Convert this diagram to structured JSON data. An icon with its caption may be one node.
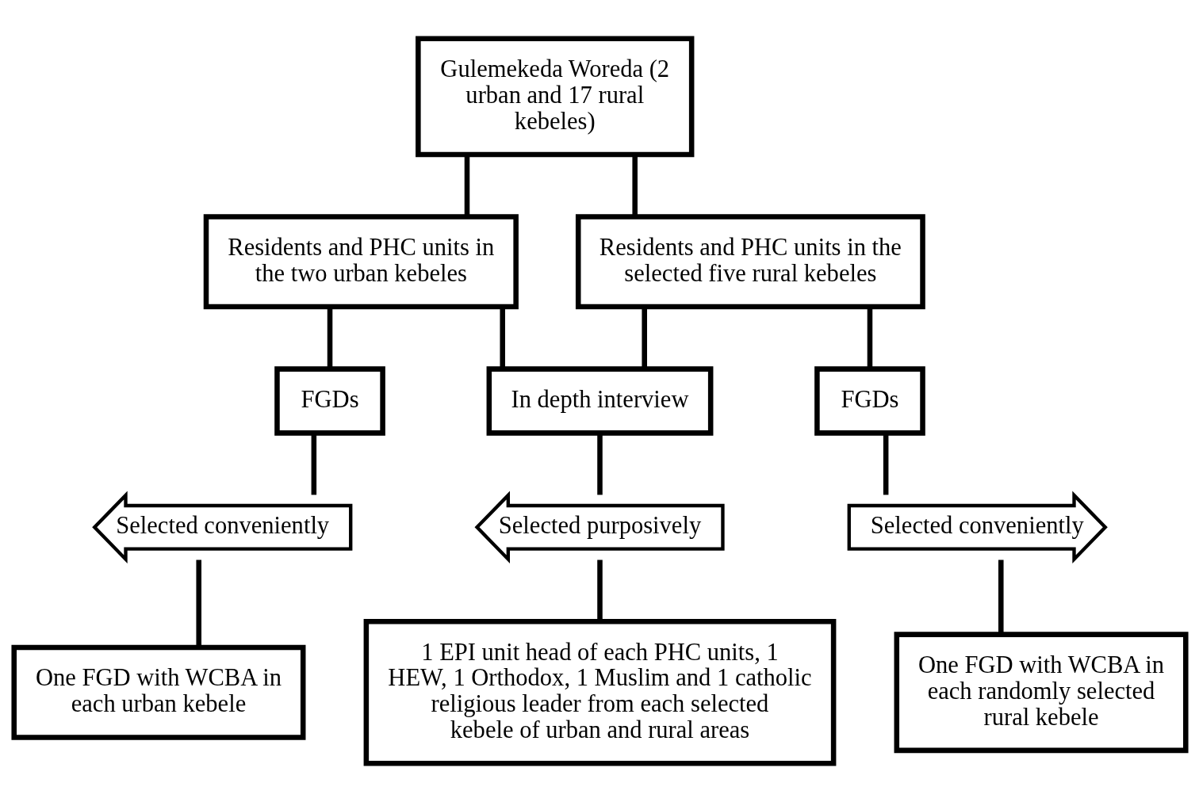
{
  "diagram": {
    "nodes": [
      {
        "text": [
          "Gulemekeda Woreda (2 urban and 17 rural kebeles)"
        ]
      },
      {
        "text": [
          "Residents and PHC units in the two urban kebeles"
        ]
      },
      {
        "text": [
          "Residents and PHC units in the selected five rural kebeles"
        ]
      },
      {
        "text": [
          "FGDs"
        ]
      },
      {
        "text": [
          "In depth interview"
        ]
      },
      {
        "text": [
          "FGDs"
        ]
      },
      {
        "text": [
          "Selected conveniently"
        ]
      },
      {
        "text": [
          "Selected purposively"
        ]
      },
      {
        "text": [
          "Selected conveniently"
        ]
      },
      {
        "text": [
          "One FGD with WCBA in each urban kebele"
        ]
      },
      {
        "text": [
          "1 EPI unit head of each PHC units, 1 HEW, 1 Orthodox, 1 Muslim and 1 catholic religious leader from each selected kebele of urban and rural areas"
        ]
      },
      {
        "text": [
          "One FGD with WCBA in each randomly selected rural kebele"
        ]
      }
    ],
    "edges": [
      {
        "from": 0,
        "to": 1,
        "arrow": "none"
      },
      {
        "from": 0,
        "to": 2,
        "arrow": "none"
      },
      {
        "from": 1,
        "to": 3,
        "arrow": "none"
      },
      {
        "from": 1,
        "to": 4,
        "arrow": "none"
      },
      {
        "from": 2,
        "to": 4,
        "arrow": "none"
      },
      {
        "from": 2,
        "to": 5,
        "arrow": "none"
      },
      {
        "from": 3,
        "to": 6,
        "arrow": "none"
      },
      {
        "from": 6,
        "to": 9,
        "arrow": "none"
      },
      {
        "from": 4,
        "to": 7,
        "arrow": "none"
      },
      {
        "from": 7,
        "to": 10,
        "arrow": "none"
      },
      {
        "from": 5,
        "to": 8,
        "arrow": "none"
      },
      {
        "from": 8,
        "to": 11,
        "arrow": "none"
      }
    ]
  }
}
